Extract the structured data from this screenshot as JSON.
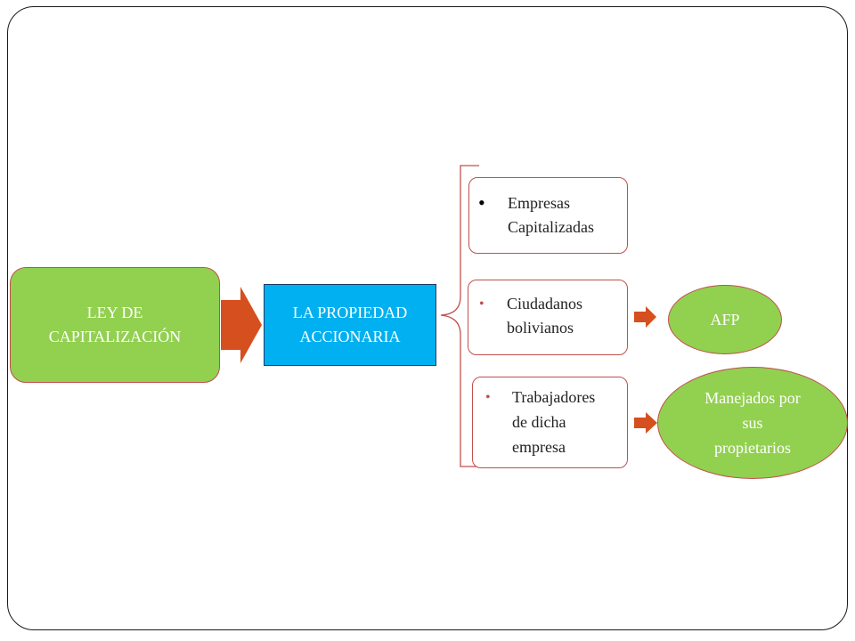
{
  "diagram": {
    "root": {
      "line1": "LEY DE",
      "line2": "CAPITALIZACIÓN"
    },
    "center": {
      "line1": "LA PROPIEDAD",
      "line2": "ACCIONARIA"
    },
    "items": [
      {
        "bullet": "•",
        "line1": "Empresas",
        "line2": "Capitalizadas"
      },
      {
        "bullet": "•",
        "line1": "Ciudadanos",
        "line2": "bolivianos"
      },
      {
        "bullet": "•",
        "line1": "Trabajadores",
        "line2": "de dicha",
        "line3": "empresa"
      }
    ],
    "outcomes": [
      {
        "label": "AFP"
      },
      {
        "line1": "Manejados por",
        "line2": "sus",
        "line3": "propietarios"
      }
    ]
  },
  "colors": {
    "green": "#92d050",
    "blue": "#00b0f0",
    "arrow": "#d64f1e",
    "border_red": "#c0504d"
  }
}
